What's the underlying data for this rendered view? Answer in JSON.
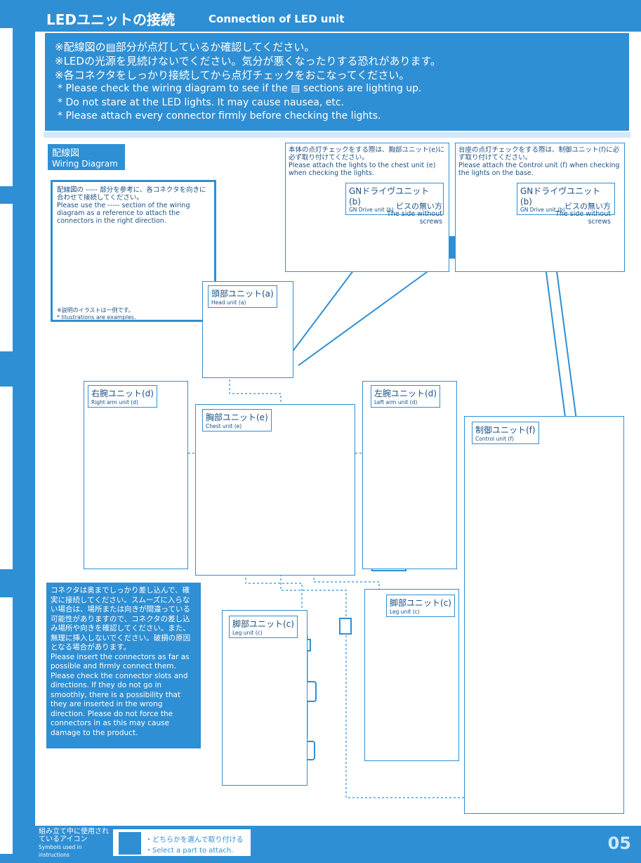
{
  "header": {
    "title_jp": "LEDユニットの接続",
    "title_en": "Connection of LED unit"
  },
  "notice": {
    "jp": [
      "※配線図の▤部分が点灯しているか確認してください。",
      "※LEDの光源を見続けないでください。気分が悪くなったりする恐れがあります。",
      "※各コネクタをしっかり接続してから点灯チェックをおこなってください。"
    ],
    "en": [
      "* Please check the wiring diagram to see if the ▤ sections are lighting up.",
      "* Do not stare at the LED lights. It may cause nausea, etc.",
      "* Please attach every connector firmly before checking the lights."
    ]
  },
  "wiring_tag": {
    "jp": "配線図",
    "en": "Wiring Diagram"
  },
  "wiring_note": {
    "text": "配線図の ----- 部分を参考に、各コネクタを向きに合わせて接続してください。\nPlease use the ----- section of the wiring diagram as a reference to attach the connectors in the right direction.",
    "illus_jp": "※説明のイラストは一例です。",
    "illus_en": "* Illustrations are examples."
  },
  "chest_check": {
    "text": "本体の点灯チェックをする際は、胸部ユニット(e)に必ず取り付けてください。\nPlease attach the lights to the chest unit (e) when checking the lights."
  },
  "base_check": {
    "text": "台座の点灯チェックをする際は、制御ユニット(f)に必ず取り付けてください。\nPlease attach the Control unit (f) when checking the lights on the base."
  },
  "gn_drive": {
    "jp": "GNドライヴユニット(b)",
    "en": "GN Drive unit (b)",
    "side_jp": "ビスの無い方",
    "side_en": "The side without screws"
  },
  "units": {
    "head": {
      "jp": "頭部ユニット(a)",
      "en": "Head unit (a)"
    },
    "right_arm": {
      "jp": "右腕ユニット(d)",
      "en": "Right arm unit (d)"
    },
    "left_arm": {
      "jp": "左腕ユニット(d)",
      "en": "Left arm unit (d)"
    },
    "chest": {
      "jp": "胸部ユニット(e)",
      "en": "Chest unit (e)"
    },
    "control": {
      "jp": "制御ユニット(f)",
      "en": "Control unit (f)"
    },
    "leg_left": {
      "jp": "脚部ユニット(c)",
      "en": "Leg unit (c)"
    },
    "leg_right": {
      "jp": "脚部ユニット(c)",
      "en": "Leg unit (c)"
    }
  },
  "connector_note": "コネクタは奥までしっかり差し込んで、確実に接続してください。スムーズに入らない場合は、場所または向きが間違っている可能性がありますので、コネクタの差し込み場所や向きを確認してください。また、無理に挿入しないでください。破損の原因となる場合があります。\nPlease insert the connectors as far as possible and firmly connect them. Please check the connector slots and directions. If they do not go in smoothly, there is a possibility that they are inserted in the wrong direction. Please do not force the connectors in as this may cause damage to the product.",
  "footer": {
    "icons_jp": "組み立て中に使用されているアイコン",
    "icons_en": "Symbols used in instructions",
    "select_jp": "・どちらかを選んで取り付ける",
    "select_en": "・Select a part to attach.",
    "page": "05"
  },
  "colors": {
    "accent": "#2f8fd4",
    "text": "#1a4f86"
  }
}
